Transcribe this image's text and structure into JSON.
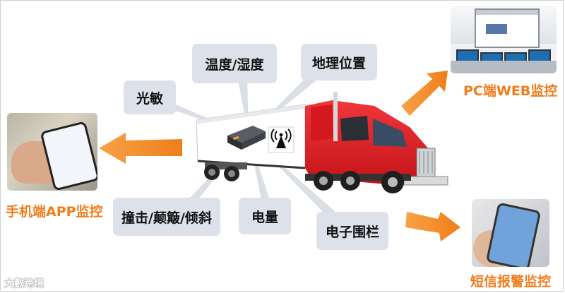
{
  "features": {
    "temp_humidity": "温度/湿度",
    "location": "地理位置",
    "light": "光敏",
    "shock": "撞击/颠簸/倾斜",
    "battery": "电量",
    "geofence": "电子围栏"
  },
  "channels": {
    "pc_web": "PC端WEB监控",
    "mobile_app": "手机端APP监控",
    "sms": "短信报警监控"
  },
  "watermark": "大數跨境",
  "colors": {
    "accent": "#f07d1c",
    "bubble": "#dde2ea",
    "truck_red": "#e3232a",
    "trailer": "#ffffff",
    "device": "#3a3d42"
  },
  "icons": [
    "signal-icon",
    "arrow-icon",
    "truck-icon",
    "tracker-device-icon"
  ]
}
